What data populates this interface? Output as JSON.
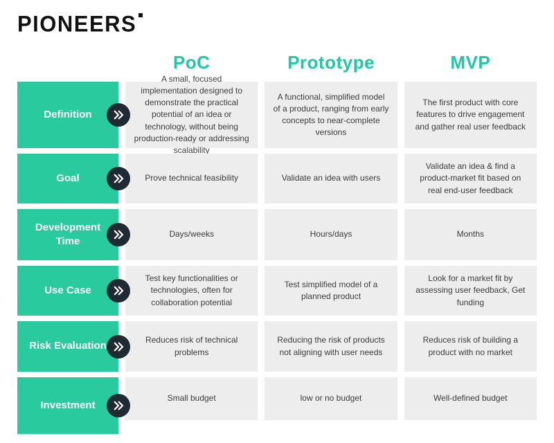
{
  "brand": {
    "logo": "PIONEERS"
  },
  "header": {
    "columns": [
      "PoC",
      "Prototype",
      "MVP"
    ]
  },
  "rows": [
    {
      "label": "Definition",
      "cells": [
        "A small, focused implementation designed to demonstrate the practical potential of an idea or technology, without being production-ready or addressing scalability",
        "A functional, simplified model of a product, ranging from early concepts to near-complete versions",
        "The first product with core features to drive engagement and gather real user feedback"
      ]
    },
    {
      "label": "Goal",
      "cells": [
        "Prove technical feasibility",
        "Validate an idea with users",
        "Validate an idea & find a product-market fit based on real end-user feedback"
      ]
    },
    {
      "label": "Development Time",
      "cells": [
        "Days/weeks",
        "Hours/days",
        "Months"
      ]
    },
    {
      "label": "Use Case",
      "cells": [
        "Test key functionalities or technologies, often for collaboration potential",
        "Test simplified model of a planned product",
        "Look for a market fit by assessing user feedback, Get funding"
      ]
    },
    {
      "label": "Risk Evaluation",
      "cells": [
        "Reduces risk of technical problems",
        "Reducing the risk of products not aligning with user needs",
        "Reduces risk of building a product with no market"
      ]
    },
    {
      "label": "Investment",
      "cells": [
        "Small budget",
        "low or no budget",
        "Well-defined budget"
      ]
    }
  ],
  "icons": {
    "row_badge": "double-chevron-right-icon"
  },
  "colors": {
    "brand_green": "#2aca9f",
    "header_text_green": "#1fc9a4",
    "badge_dark": "#1f2a33",
    "cell_background": "#ededed",
    "logo_black": "#111111"
  }
}
